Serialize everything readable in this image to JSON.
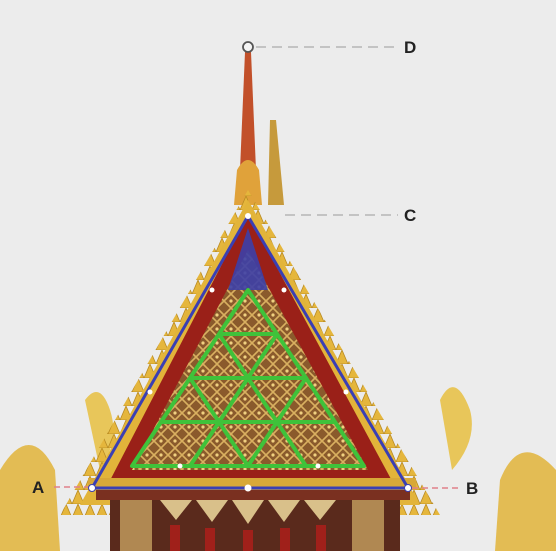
{
  "labels": {
    "a": "A",
    "b": "B",
    "c": "C",
    "d": "D"
  },
  "colors": {
    "background": "#ececec",
    "outline_triangle": "#3a3fb4",
    "inner_triangles": "#3fc23a",
    "gold": "#e2b43a",
    "red": "#9a2018",
    "guide_line_gray": "#b5b5b5",
    "guide_line_red": "#e0808a",
    "label_text": "#222222"
  },
  "icons": {
    "pediment": "temple-pediment-icon",
    "spire": "spire-icon",
    "point_marker": "circle-marker-icon"
  }
}
